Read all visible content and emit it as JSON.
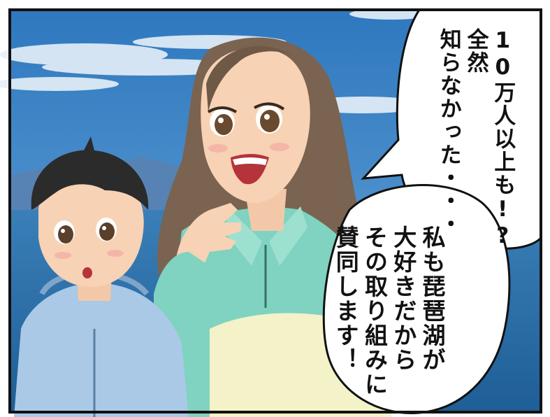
{
  "speech_bubble_upper": {
    "lines": [
      "10万人以上も!?",
      "全然",
      "知らなかった・・・"
    ]
  },
  "speech_bubble_lower": {
    "lines": [
      "私も琵琶湖が",
      "大好きだから",
      "その取り組みに",
      "賛同します！"
    ]
  },
  "colors": {
    "sky": "#3f86c8",
    "cloud": "#e6f0f8",
    "mountain": "#4f7fae",
    "lake": "#2f6fa8",
    "woman_shirt": "#7fd3c0",
    "woman_hair": "#7a6350",
    "boy_hoodie": "#a9c9e6",
    "boy_hair": "#2b2b2b",
    "skin": "#f7d2b4"
  }
}
